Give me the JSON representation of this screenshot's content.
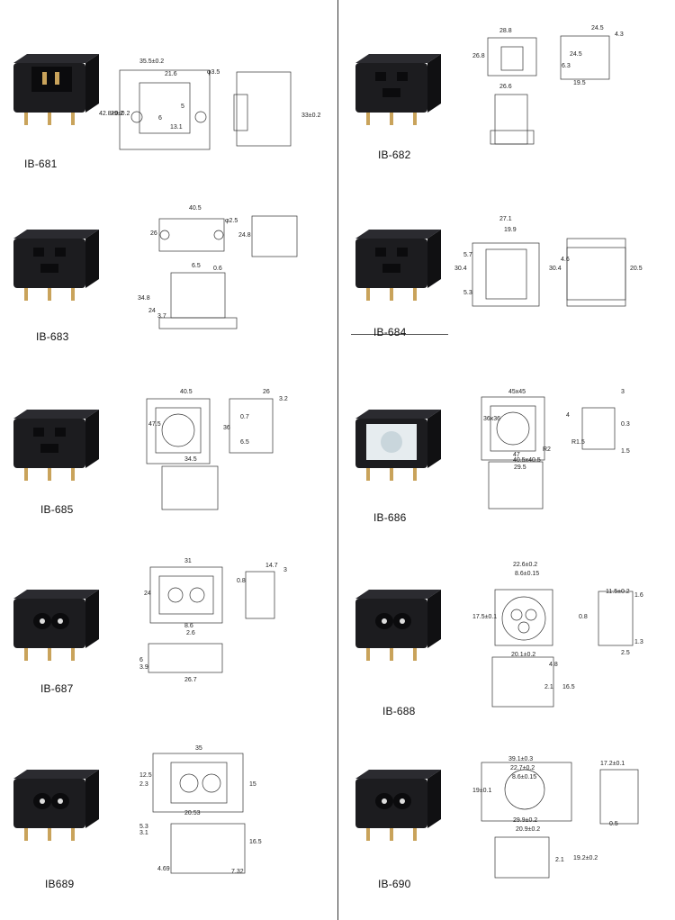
{
  "products": [
    {
      "id": "IB-681",
      "dims": [
        "35.5±0.2",
        "21.6",
        "φ3.5",
        "42.8±0.2",
        "29±0.2",
        "33±0.2",
        "5",
        "6",
        "13.1"
      ]
    },
    {
      "id": "IB-682",
      "dims": [
        "28.8",
        "24.5",
        "4.3",
        "26.8",
        "26.6",
        "24.5",
        "6.3",
        "19.5"
      ]
    },
    {
      "id": "IB-683",
      "dims": [
        "40.5",
        "φ2.5",
        "26",
        "24.8",
        "6.5",
        "0.6",
        "34.8",
        "24",
        "3.7"
      ]
    },
    {
      "id": "IB-684",
      "dims": [
        "27.1",
        "19.9",
        "5.7",
        "30.4",
        "5.3",
        "30.4",
        "4.6",
        "20.5"
      ]
    },
    {
      "id": "IB-685",
      "dims": [
        "40.5",
        "26",
        "3.2",
        "47.5",
        "36",
        "0.7",
        "6.5",
        "34.5"
      ]
    },
    {
      "id": "IB-686",
      "dims": [
        "45x45",
        "36x36",
        "47",
        "40.5x40.5",
        "29.5",
        "R2",
        "3",
        "4",
        "0.3",
        "1.5",
        "R1.5"
      ]
    },
    {
      "id": "IB-687",
      "dims": [
        "31",
        "14.7",
        "3",
        "24",
        "0.8",
        "8.6",
        "2.6",
        "26.7",
        "3.9",
        "6"
      ]
    },
    {
      "id": "IB-688",
      "dims": [
        "22.6±0.2",
        "8.6±0.15",
        "17.5±0.1",
        "11.5±0.2",
        "1.6",
        "0.8",
        "1.3",
        "2.5",
        "20.1±0.2",
        "4.8",
        "2.1",
        "16.5"
      ]
    },
    {
      "id": "IB689",
      "dims": [
        "35",
        "12.5",
        "2.3",
        "15",
        "20.53",
        "5.3",
        "3.1",
        "16.5",
        "4.69",
        "7.32"
      ]
    },
    {
      "id": "IB-690",
      "dims": [
        "39.1±0.3",
        "22.7±0.2",
        "8.6±0.15",
        "17.2±0.1",
        "19±0.1",
        "29.9±0.2",
        "20.9±0.2",
        "0.5",
        "2.1",
        "19.2±0.2"
      ]
    }
  ]
}
